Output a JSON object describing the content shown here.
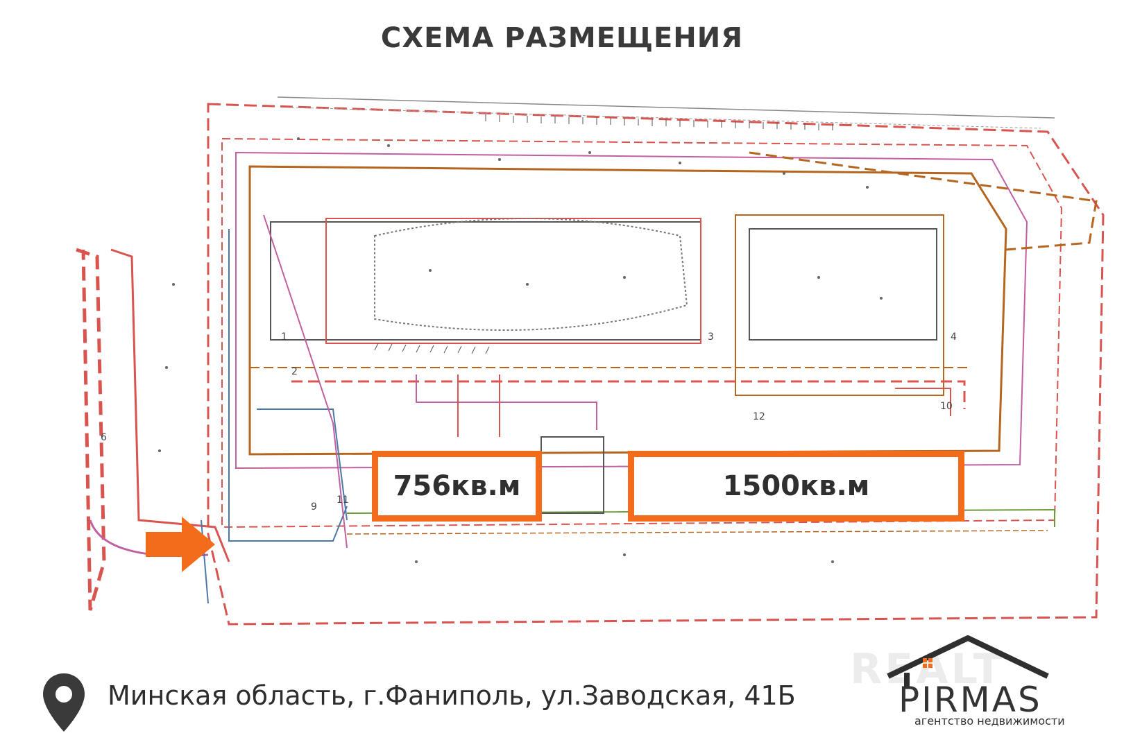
{
  "title": "СХЕМА РАЗМЕЩЕНИЯ",
  "areas": [
    {
      "label": "756кв.м"
    },
    {
      "label": "1500кв.м"
    }
  ],
  "address": "Минская область, г.Фаниполь, ул.Заводская, 41Б",
  "logo": {
    "name": "PIRMAS",
    "subtitle": "агентство недвижимости",
    "watermark": "REALT"
  },
  "plan_labels": [
    "1",
    "2",
    "3",
    "4",
    "6",
    "9",
    "10",
    "11",
    "12"
  ],
  "colors": {
    "accent": "#f26c1c",
    "text": "#2d2d2d",
    "plan_red": "#d9534f",
    "plan_brown": "#b5651d",
    "plan_blue": "#4a78a8",
    "plan_gray": "#555555",
    "plan_magenta": "#c060a0"
  },
  "icons": [
    "location-pin-icon",
    "arrow-right-icon",
    "house-logo-icon"
  ]
}
